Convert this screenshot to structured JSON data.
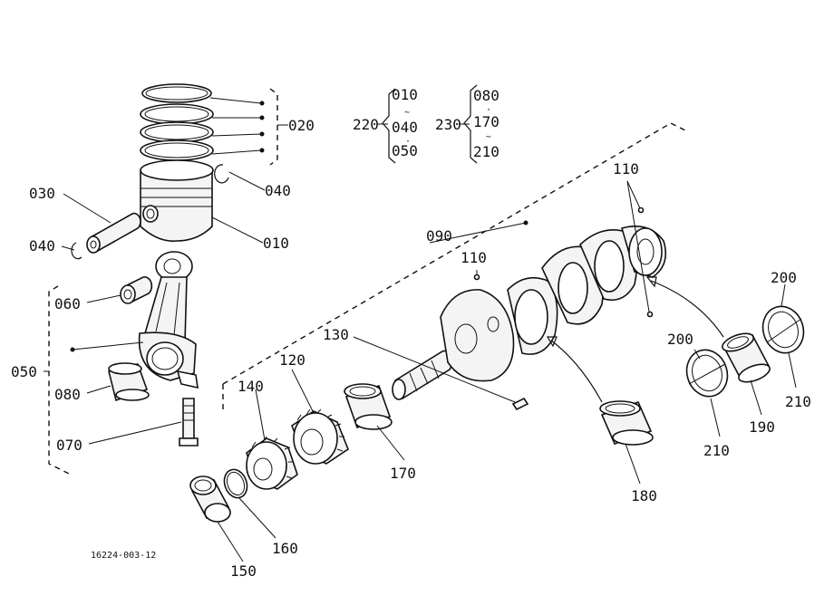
{
  "diagram": {
    "drawing_number": "16224-003-12",
    "labels": {
      "p010": "010",
      "p020": "020",
      "p030": "030",
      "p040a": "040",
      "p040b": "040",
      "p050": "050",
      "p060": "060",
      "p070": "070",
      "p080": "080",
      "p090": "090",
      "p110a": "110",
      "p110b": "110",
      "p120": "120",
      "p130": "130",
      "p140": "140",
      "p150": "150",
      "p160": "160",
      "p170": "170",
      "p180": "180",
      "p190": "190",
      "p200a": "200",
      "p200b": "200",
      "p210a": "210",
      "p210b": "210"
    },
    "set_220": {
      "label": "220",
      "top": "010",
      "mid": "040",
      "bottom": "050",
      "sep1": "~",
      "sep2": "·"
    },
    "set_230": {
      "label": "230",
      "top": "080",
      "mid": "170",
      "bottom": "210",
      "sep1": "·",
      "sep2": "~"
    }
  }
}
